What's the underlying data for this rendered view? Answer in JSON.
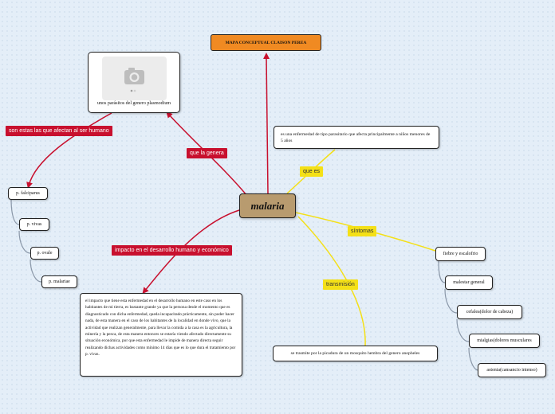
{
  "central": {
    "label": "malaria"
  },
  "title": {
    "label": "MAPA CONCEPTUAL CLAISON PEREA"
  },
  "image_node": {
    "caption": "unos parásitos del genero plasmodium",
    "icon": "camera-icon"
  },
  "links": {
    "que_la_genera": "que la genera",
    "son_estas": "son estas las que afectan al ser humano",
    "impacto": "impacto en el desarrollo humano y económico",
    "que_es": "que es",
    "sintomas": "síntomas",
    "transmision": "transmisión"
  },
  "species": [
    "p. falciparus",
    "p. vivas",
    "p. ovale",
    "p. malariae"
  ],
  "definition": "es una enfermedad de tipo parasitario que afecta principalmente a niños menores de 5 años",
  "transmission_text": "se trasmite por la picadura de un mosquito hembra del genero anopheles",
  "symptoms": [
    "fiebre y escalofrio",
    "malestar general",
    "cefalea(dolor de cabeza)",
    "mialgias(dolores musculares",
    "astenia(cansancio intenso)"
  ],
  "impact_text": "el impacto que tiene esta enfermedad en el desarrollo humano en este caso en los habitantes de mi tierra, es bastante grande ya que la persona desde el momento que es diagnosticado con dicha enfermedad, queda incapacitado prácticamente, sin poder hacer nada, de esta manera en el caso de los habitantes de la localidad en donde vivo, que la actividad que realizan generalmente, para llevar la comida a la casa es la agricultura, la minería y la pesca, de esta manera entonces se estaría viendo afectado directamente su situación económica, por que esta enfermedad le impide de manera directa seguir realizando dichas actividades como mínimo 14 días que es lo que dura el tratamiento por p. vivas.",
  "colors": {
    "red_link": "#c8102e",
    "yellow_link": "#f4e017",
    "central_fill": "#b89b6f",
    "title_fill": "#f08a22",
    "tree_line": "#8a97a8"
  }
}
